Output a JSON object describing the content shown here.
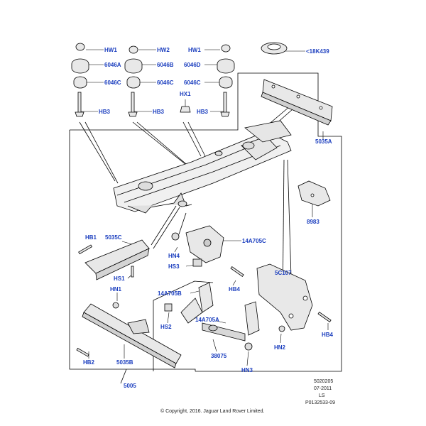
{
  "diagram": {
    "labels": {
      "hw1_a": "HW1",
      "hw2": "HW2",
      "hw1_b": "HW1",
      "p18k439": "<18K439",
      "p6046a": "6046A",
      "p6046b": "6046B",
      "p6046d": "6046D",
      "p6046c_a": "6046C",
      "p6046c_b": "6046C",
      "p6046c_c": "6046C",
      "hx1": "HX1",
      "hb3_a": "HB3",
      "hb3_b": "HB3",
      "hb3_c": "HB3",
      "p5035a": "5035A",
      "p8983": "8983",
      "hb1": "HB1",
      "p5035c": "5035C",
      "p14a705c": "14A705C",
      "hn4": "HN4",
      "hs3": "HS3",
      "hs1": "HS1",
      "hn1": "HN1",
      "p5c107": "5C107",
      "hb4_a": "HB4",
      "p14a705b": "14A705B",
      "hs2": "HS2",
      "p14a705a": "14A705A",
      "hb4_b": "HB4",
      "hn2": "HN2",
      "p38075": "38075",
      "hn3": "HN3",
      "hb2": "HB2",
      "p5035b": "5035B",
      "p5005": "5005"
    },
    "meta": {
      "line1": "5020205",
      "line2": "07-2011",
      "line3": "LS",
      "line4": "P0132533-09"
    },
    "copyright": "© Copyright, 2016. Jaguar Land Rover Limited.",
    "colors": {
      "label": "#1c3fbf",
      "line": "#000000"
    }
  }
}
